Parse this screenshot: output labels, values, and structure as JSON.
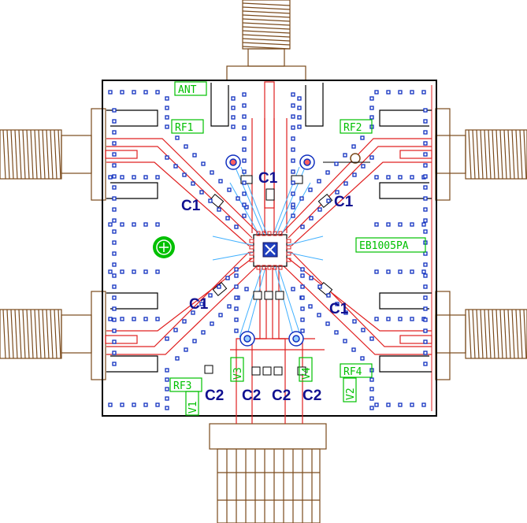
{
  "silkscreen": {
    "ant": "ANT",
    "rf1": "RF1",
    "rf2": "RF2",
    "rf3": "RF3",
    "rf4": "RF4",
    "v1": "V1",
    "v2": "V2",
    "v3": "V3",
    "v4": "V4",
    "board_id": "EB1005PA"
  },
  "capacitor_labels": {
    "c1": "C1",
    "c2": "C2"
  },
  "colors": {
    "outline": "#000000",
    "connector": "#7a4a1c",
    "trace": "#e02020",
    "bond_wire": "#40b0ff",
    "silkscreen": "#00c000",
    "via": "#1030c0",
    "label": "#101090"
  }
}
